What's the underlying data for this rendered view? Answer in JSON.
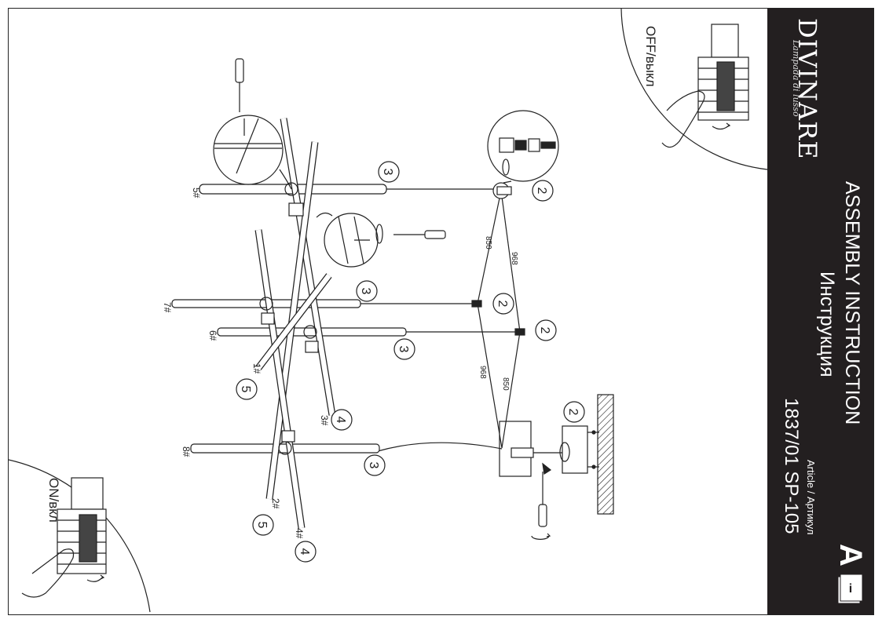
{
  "brand": {
    "name": "DIVINARE",
    "tagline": "Lampada di lusso"
  },
  "title": {
    "en": "ASSEMBLY INSTRUCTION",
    "ru": "Инструкция"
  },
  "article": {
    "label": "Article / Артикул",
    "number": "1837/01 SP-105"
  },
  "badge": {
    "letter": "A",
    "sub": "i"
  },
  "switch_states": {
    "off": "OFF/выкл",
    "on": "ON/вкл"
  },
  "rods": [
    {
      "id": "5#"
    },
    {
      "id": "7#"
    },
    {
      "id": "6#"
    },
    {
      "id": "8#"
    },
    {
      "id": "1#"
    },
    {
      "id": "3#"
    },
    {
      "id": "2#"
    },
    {
      "id": "4#"
    }
  ],
  "dimensions": [
    "850",
    "968",
    "968",
    "850"
  ],
  "steps": [
    "2",
    "2",
    "2",
    "2",
    "3",
    "3",
    "3",
    "3",
    "4",
    "4",
    "5",
    "5"
  ],
  "colors": {
    "sidebar": "#231f20",
    "line": "#222222"
  }
}
